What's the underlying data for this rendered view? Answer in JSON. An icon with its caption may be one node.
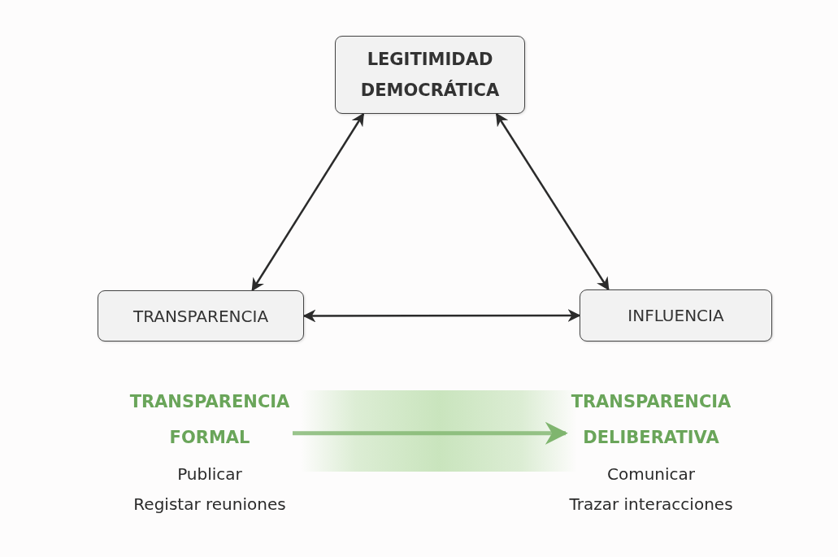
{
  "diagram": {
    "nodes": [
      {
        "text": [
          "LEGITIMIDAD DEMOCRÁTICA"
        ]
      },
      {
        "text": [
          "TRANSPARENCIA"
        ]
      },
      {
        "text": [
          "INFLUENCIA"
        ]
      },
      {
        "text": [
          "TRANSPARENCIA FORMAL"
        ],
        "beside": [
          "Publicar",
          "Registar reuniones"
        ]
      },
      {
        "text": [
          "TRANSPARENCIA DELIBERATIVA"
        ],
        "beside": [
          "Comunicar",
          "Trazar interacciones"
        ]
      }
    ],
    "edges": [
      {
        "from": 0,
        "to": 1,
        "arrow": "both"
      },
      {
        "from": 0,
        "to": 2,
        "arrow": "both"
      },
      {
        "from": 1,
        "to": 2,
        "arrow": "both"
      },
      {
        "from": 3,
        "to": 4,
        "arrow": "to",
        "style": "thick",
        "color": "#7fb56e"
      }
    ]
  }
}
